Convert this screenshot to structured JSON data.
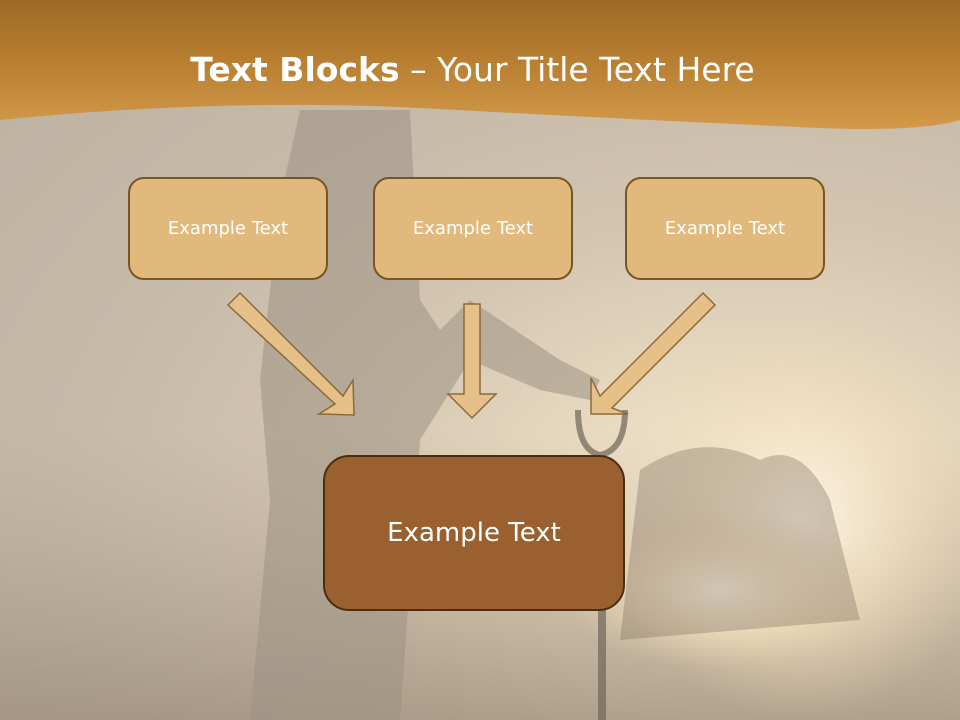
{
  "slide": {
    "title_bold": "Text Blocks",
    "title_dash": " – ",
    "title_rest": "Your Title Text Here",
    "boxes": [
      {
        "label": "Example Text"
      },
      {
        "label": "Example Text"
      },
      {
        "label": "Example Text"
      }
    ],
    "center_box": {
      "label": "Example Text"
    }
  },
  "colors": {
    "header": "#c48a35",
    "box_fill": "#e2b97d",
    "box_border": "#7a5424",
    "center_fill": "#9a6030",
    "arrow_fill": "#e5c089"
  }
}
